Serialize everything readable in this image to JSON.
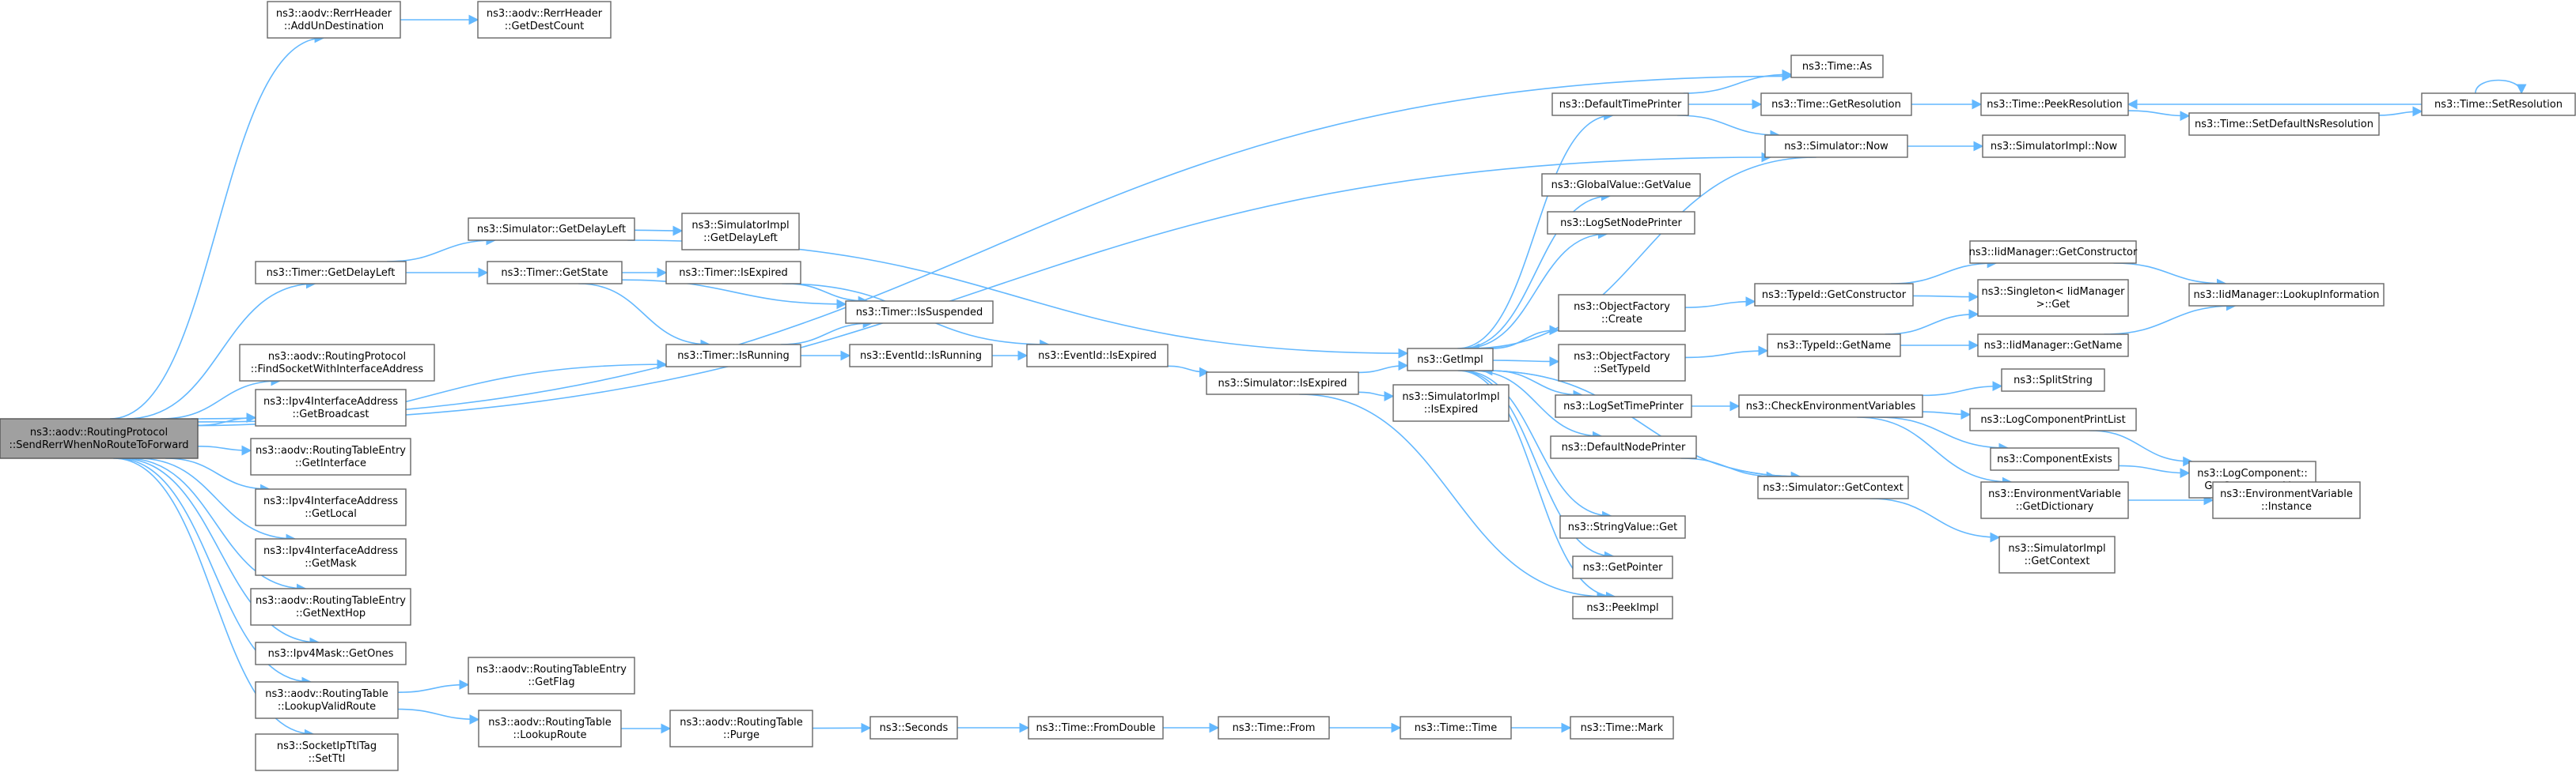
{
  "colors": {
    "edge": "#63b8ff",
    "node_border": "#666666",
    "root_fill": "#a0a0a0",
    "background": "#ffffff"
  },
  "nodes": [
    {
      "id": "root",
      "lines": [
        "ns3::aodv::RoutingProtocol",
        "::SendRerrWhenNoRouteToForward"
      ],
      "root": true
    },
    {
      "id": "rerrAdd",
      "lines": [
        "ns3::aodv::RerrHeader",
        "::AddUnDestination"
      ]
    },
    {
      "id": "rerrCount",
      "lines": [
        "ns3::aodv::RerrHeader",
        "::GetDestCount"
      ]
    },
    {
      "id": "timeAs",
      "lines": [
        "ns3::Time::As"
      ]
    },
    {
      "id": "simNow",
      "lines": [
        "ns3::Simulator::Now"
      ]
    },
    {
      "id": "implNow",
      "lines": [
        "ns3::SimulatorImpl::Now"
      ]
    },
    {
      "id": "defPrinter",
      "lines": [
        "ns3::DefaultTimePrinter"
      ]
    },
    {
      "id": "getRes",
      "lines": [
        "ns3::Time::GetResolution"
      ]
    },
    {
      "id": "peekRes",
      "lines": [
        "ns3::Time::PeekResolution"
      ]
    },
    {
      "id": "setDefNs",
      "lines": [
        "ns3::Time::SetDefaultNsResolution"
      ]
    },
    {
      "id": "setRes",
      "lines": [
        "ns3::Time::SetResolution"
      ]
    },
    {
      "id": "gvGet",
      "lines": [
        "ns3::GlobalValue::GetValue"
      ]
    },
    {
      "id": "logNode",
      "lines": [
        "ns3::LogSetNodePrinter"
      ]
    },
    {
      "id": "simDelay",
      "lines": [
        "ns3::Simulator::GetDelayLeft"
      ]
    },
    {
      "id": "implDelay",
      "lines": [
        "ns3::SimulatorImpl",
        "::GetDelayLeft"
      ]
    },
    {
      "id": "timerDelay",
      "lines": [
        "ns3::Timer::GetDelayLeft"
      ]
    },
    {
      "id": "timerState",
      "lines": [
        "ns3::Timer::GetState"
      ]
    },
    {
      "id": "timerExp",
      "lines": [
        "ns3::Timer::IsExpired"
      ]
    },
    {
      "id": "timerSusp",
      "lines": [
        "ns3::Timer::IsSuspended"
      ]
    },
    {
      "id": "timerRun",
      "lines": [
        "ns3::Timer::IsRunning"
      ]
    },
    {
      "id": "evRun",
      "lines": [
        "ns3::EventId::IsRunning"
      ]
    },
    {
      "id": "evExp",
      "lines": [
        "ns3::EventId::IsExpired"
      ]
    },
    {
      "id": "simExp",
      "lines": [
        "ns3::Simulator::IsExpired"
      ]
    },
    {
      "id": "implExp",
      "lines": [
        "ns3::SimulatorImpl",
        "::IsExpired"
      ]
    },
    {
      "id": "getImpl",
      "lines": [
        "ns3::GetImpl"
      ]
    },
    {
      "id": "ofCreate",
      "lines": [
        "ns3::ObjectFactory",
        "::Create"
      ]
    },
    {
      "id": "ofSet",
      "lines": [
        "ns3::ObjectFactory",
        "::SetTypeId"
      ]
    },
    {
      "id": "tidCtor",
      "lines": [
        "ns3::TypeId::GetConstructor"
      ]
    },
    {
      "id": "tidName",
      "lines": [
        "ns3::TypeId::GetName"
      ]
    },
    {
      "id": "iidCtor",
      "lines": [
        "ns3::IidManager::GetConstructor"
      ]
    },
    {
      "id": "singleton",
      "lines": [
        "ns3::Singleton< IidManager",
        ">::Get"
      ]
    },
    {
      "id": "iidName",
      "lines": [
        "ns3::IidManager::GetName"
      ]
    },
    {
      "id": "iidLookup",
      "lines": [
        "ns3::IidManager::LookupInformation"
      ]
    },
    {
      "id": "logTime",
      "lines": [
        "ns3::LogSetTimePrinter"
      ]
    },
    {
      "id": "checkEnv",
      "lines": [
        "ns3::CheckEnvironmentVariables"
      ]
    },
    {
      "id": "split",
      "lines": [
        "ns3::SplitString"
      ]
    },
    {
      "id": "logList",
      "lines": [
        "ns3::LogComponentPrintList"
      ]
    },
    {
      "id": "compExists",
      "lines": [
        "ns3::ComponentExists"
      ]
    },
    {
      "id": "logCompList",
      "lines": [
        "ns3::LogComponent::",
        "GetComponentList"
      ]
    },
    {
      "id": "envDict",
      "lines": [
        "ns3::EnvironmentVariable",
        "::GetDictionary"
      ]
    },
    {
      "id": "envInst",
      "lines": [
        "ns3::EnvironmentVariable",
        "::Instance"
      ]
    },
    {
      "id": "defNode",
      "lines": [
        "ns3::DefaultNodePrinter"
      ]
    },
    {
      "id": "simCtx",
      "lines": [
        "ns3::Simulator::GetContext"
      ]
    },
    {
      "id": "implCtx",
      "lines": [
        "ns3::SimulatorImpl",
        "::GetContext"
      ]
    },
    {
      "id": "strGet",
      "lines": [
        "ns3::StringValue::Get"
      ]
    },
    {
      "id": "getPtr",
      "lines": [
        "ns3::GetPointer"
      ]
    },
    {
      "id": "peekImpl",
      "lines": [
        "ns3::PeekImpl"
      ]
    },
    {
      "id": "findSock",
      "lines": [
        "ns3::aodv::RoutingProtocol",
        "::FindSocketWithInterfaceAddress"
      ]
    },
    {
      "id": "ipv4Bcast",
      "lines": [
        "ns3::Ipv4InterfaceAddress",
        "::GetBroadcast"
      ]
    },
    {
      "id": "rteIf",
      "lines": [
        "ns3::aodv::RoutingTableEntry",
        "::GetInterface"
      ]
    },
    {
      "id": "ipv4Local",
      "lines": [
        "ns3::Ipv4InterfaceAddress",
        "::GetLocal"
      ]
    },
    {
      "id": "ipv4Mask",
      "lines": [
        "ns3::Ipv4InterfaceAddress",
        "::GetMask"
      ]
    },
    {
      "id": "rteHop",
      "lines": [
        "ns3::aodv::RoutingTableEntry",
        "::GetNextHop"
      ]
    },
    {
      "id": "maskOnes",
      "lines": [
        "ns3::Ipv4Mask::GetOnes"
      ]
    },
    {
      "id": "rtValid",
      "lines": [
        "ns3::aodv::RoutingTable",
        "::LookupValidRoute"
      ]
    },
    {
      "id": "rteFlag",
      "lines": [
        "ns3::aodv::RoutingTableEntry",
        "::GetFlag"
      ]
    },
    {
      "id": "rtLookup",
      "lines": [
        "ns3::aodv::RoutingTable",
        "::LookupRoute"
      ]
    },
    {
      "id": "rtPurge",
      "lines": [
        "ns3::aodv::RoutingTable",
        "::Purge"
      ]
    },
    {
      "id": "seconds",
      "lines": [
        "ns3::Seconds"
      ]
    },
    {
      "id": "fromDbl",
      "lines": [
        "ns3::Time::FromDouble"
      ]
    },
    {
      "id": "timeFrom",
      "lines": [
        "ns3::Time::From"
      ]
    },
    {
      "id": "timeTime",
      "lines": [
        "ns3::Time::Time"
      ]
    },
    {
      "id": "timeMark",
      "lines": [
        "ns3::Time::Mark"
      ]
    },
    {
      "id": "sockTtl",
      "lines": [
        "ns3::SocketIpTtlTag",
        "::SetTtl"
      ]
    }
  ],
  "edges": [
    [
      "root",
      "rerrAdd"
    ],
    [
      "rerrAdd",
      "rerrCount"
    ],
    [
      "root",
      "timeAs"
    ],
    [
      "root",
      "simNow"
    ],
    [
      "root",
      "timerDelay"
    ],
    [
      "root",
      "timerRun"
    ],
    [
      "root",
      "findSock"
    ],
    [
      "root",
      "ipv4Bcast"
    ],
    [
      "root",
      "rteIf"
    ],
    [
      "root",
      "ipv4Local"
    ],
    [
      "root",
      "ipv4Mask"
    ],
    [
      "root",
      "rteHop"
    ],
    [
      "root",
      "maskOnes"
    ],
    [
      "root",
      "rtValid"
    ],
    [
      "root",
      "sockTtl"
    ],
    [
      "simNow",
      "implNow"
    ],
    [
      "simNow",
      "getImpl"
    ],
    [
      "defPrinter",
      "timeAs"
    ],
    [
      "defPrinter",
      "getRes"
    ],
    [
      "defPrinter",
      "simNow"
    ],
    [
      "getRes",
      "peekRes"
    ],
    [
      "peekRes",
      "setDefNs"
    ],
    [
      "setDefNs",
      "setRes"
    ],
    [
      "setRes",
      "peekRes"
    ],
    [
      "setRes",
      "setRes"
    ],
    [
      "timerDelay",
      "simDelay"
    ],
    [
      "timerDelay",
      "timerState"
    ],
    [
      "simDelay",
      "implDelay"
    ],
    [
      "simDelay",
      "getImpl"
    ],
    [
      "timerState",
      "timerExp"
    ],
    [
      "timerState",
      "timerSusp"
    ],
    [
      "timerState",
      "timerRun"
    ],
    [
      "timerExp",
      "timerSusp"
    ],
    [
      "timerExp",
      "evExp"
    ],
    [
      "timerRun",
      "timerSusp"
    ],
    [
      "timerRun",
      "evRun"
    ],
    [
      "evRun",
      "evExp"
    ],
    [
      "evExp",
      "simExp"
    ],
    [
      "simExp",
      "getImpl"
    ],
    [
      "simExp",
      "implExp"
    ],
    [
      "simExp",
      "peekImpl"
    ],
    [
      "getImpl",
      "defPrinter"
    ],
    [
      "getImpl",
      "gvGet"
    ],
    [
      "getImpl",
      "logNode"
    ],
    [
      "getImpl",
      "ofCreate"
    ],
    [
      "getImpl",
      "ofSet"
    ],
    [
      "getImpl",
      "logTime"
    ],
    [
      "getImpl",
      "defNode"
    ],
    [
      "getImpl",
      "simCtx"
    ],
    [
      "getImpl",
      "strGet"
    ],
    [
      "getImpl",
      "getPtr"
    ],
    [
      "getImpl",
      "peekImpl"
    ],
    [
      "ofCreate",
      "tidCtor"
    ],
    [
      "ofSet",
      "tidName"
    ],
    [
      "tidCtor",
      "iidCtor"
    ],
    [
      "tidCtor",
      "singleton"
    ],
    [
      "tidName",
      "singleton"
    ],
    [
      "tidName",
      "iidName"
    ],
    [
      "iidCtor",
      "iidLookup"
    ],
    [
      "iidName",
      "iidLookup"
    ],
    [
      "logTime",
      "checkEnv"
    ],
    [
      "checkEnv",
      "split"
    ],
    [
      "checkEnv",
      "logList"
    ],
    [
      "checkEnv",
      "compExists"
    ],
    [
      "checkEnv",
      "envDict"
    ],
    [
      "logList",
      "logCompList"
    ],
    [
      "compExists",
      "logCompList"
    ],
    [
      "envDict",
      "envInst"
    ],
    [
      "defNode",
      "simCtx"
    ],
    [
      "simCtx",
      "getImpl"
    ],
    [
      "simCtx",
      "implCtx"
    ],
    [
      "rtValid",
      "rteFlag"
    ],
    [
      "rtValid",
      "rtLookup"
    ],
    [
      "rtLookup",
      "rtPurge"
    ],
    [
      "rtPurge",
      "seconds"
    ],
    [
      "seconds",
      "fromDbl"
    ],
    [
      "fromDbl",
      "timeFrom"
    ],
    [
      "timeFrom",
      "timeTime"
    ],
    [
      "timeTime",
      "timeMark"
    ]
  ]
}
